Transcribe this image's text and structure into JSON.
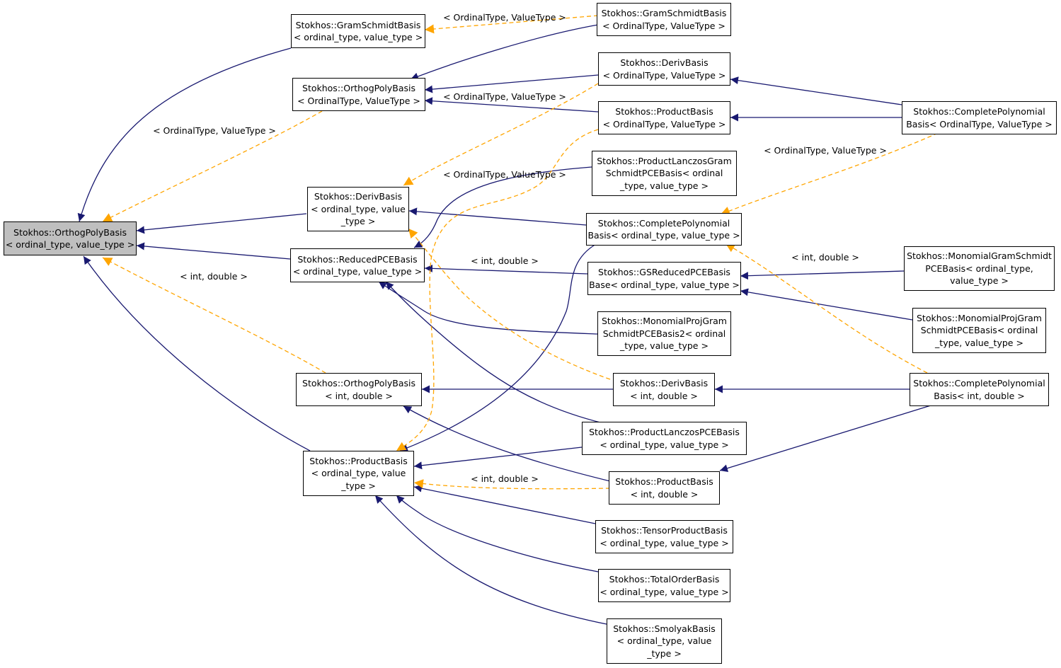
{
  "nodes": {
    "root": [
      "Stokhos::OrthogPolyBasis",
      "< ordinal_type, value_type >"
    ],
    "gs_ord": [
      "Stokhos::GramSchmidtBasis",
      "< ordinal_type, value_type >"
    ],
    "opb_OT": [
      "Stokhos::OrthogPolyBasis",
      "< OrdinalType, ValueType >"
    ],
    "deriv_ord": [
      "Stokhos::DerivBasis",
      "< ordinal_type, value",
      "_type >"
    ],
    "reduced": [
      "Stokhos::ReducedPCEBasis",
      "< ordinal_type, value_type >"
    ],
    "opb_int": [
      "Stokhos::OrthogPolyBasis",
      "< int, double >"
    ],
    "prod_ord": [
      "Stokhos::ProductBasis",
      "< ordinal_type, value",
      "_type >"
    ],
    "gs_OT": [
      "Stokhos::GramSchmidtBasis",
      "< OrdinalType, ValueType >"
    ],
    "deriv_OT": [
      "Stokhos::DerivBasis",
      "< OrdinalType, ValueType >"
    ],
    "prod_OT": [
      "Stokhos::ProductBasis",
      "< OrdinalType, ValueType >"
    ],
    "plgs": [
      "Stokhos::ProductLanczosGram",
      "SchmidtPCEBasis< ordinal",
      "_type, value_type >"
    ],
    "cp_ord": [
      "Stokhos::CompletePolynomial",
      "Basis< ordinal_type, value_type >"
    ],
    "gsred": [
      "Stokhos::GSReducedPCEBasis",
      "Base< ordinal_type, value_type >"
    ],
    "mpgs2": [
      "Stokhos::MonomialProjGram",
      "SchmidtPCEBasis2< ordinal",
      "_type, value_type >"
    ],
    "deriv_int": [
      "Stokhos::DerivBasis",
      "< int, double >"
    ],
    "plpce": [
      "Stokhos::ProductLanczosPCEBasis",
      "< ordinal_type, value_type >"
    ],
    "prod_int": [
      "Stokhos::ProductBasis",
      "< int, double >"
    ],
    "tensor": [
      "Stokhos::TensorProductBasis",
      "< ordinal_type, value_type >"
    ],
    "total": [
      "Stokhos::TotalOrderBasis",
      "< ordinal_type, value_type >"
    ],
    "smolyak": [
      "Stokhos::SmolyakBasis",
      "< ordinal_type, value",
      "_type >"
    ],
    "cp_OT": [
      "Stokhos::CompletePolynomial",
      "Basis< OrdinalType, ValueType >"
    ],
    "mgs": [
      "Stokhos::MonomialGramSchmidt",
      "PCEBasis< ordinal_type,",
      "value_type >"
    ],
    "mpgs": [
      "Stokhos::MonomialProjGram",
      "SchmidtPCEBasis< ordinal",
      "_type, value_type >"
    ],
    "cp_int": [
      "Stokhos::CompletePolynomial",
      "Basis< int, double >"
    ]
  },
  "edge_labels": {
    "gs_ot": "< OrdinalType, ValueType >",
    "root_ot": "< OrdinalType, ValueType >",
    "opb_ot": "< OrdinalType, ValueType >",
    "deriv_ot": "< OrdinalType, ValueType >",
    "cp_ot": "< OrdinalType, ValueType >",
    "red_int": "< int, double >",
    "root_int": "< int, double >",
    "cp_int": "< int, double >",
    "prod_int": "< int, double >"
  },
  "colors": {
    "inheritance": "#191970",
    "template": "#ffa500",
    "root_fill": "#bfbfbf"
  }
}
